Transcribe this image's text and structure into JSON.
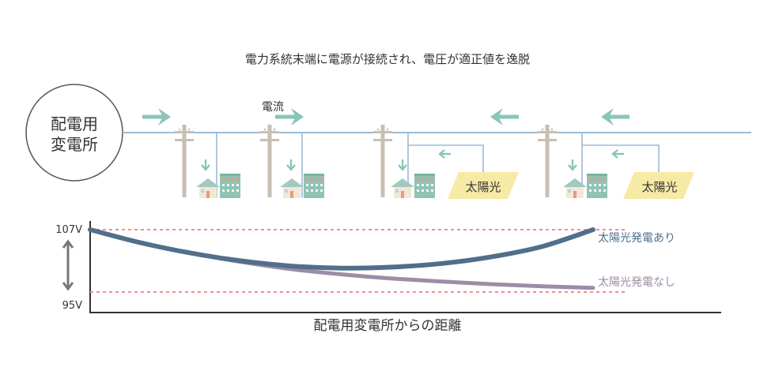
{
  "title": "電力系統末端に電源が接続され、電圧が適正値を逸脱",
  "substation": {
    "line1": "配電用",
    "line2": "変電所"
  },
  "current_label": "電流",
  "solar_label": "太陽光",
  "colors": {
    "line": "#9dbad3",
    "arrow": "#8ac5b8",
    "pole": "#c8bfb2",
    "solar_fill": "#f6eaa4",
    "house_roof": "#a2c9bf",
    "building": "#8fc3b6",
    "limit_dash": "#ef8e93",
    "with_solar": "#516f8b",
    "without_solar": "#9c8ca6",
    "axis": "#333333"
  },
  "chart_data": {
    "type": "line",
    "title": "",
    "xlabel": "配電用変電所からの距離",
    "ylabel": "",
    "yticks": [
      "107V",
      "95V"
    ],
    "ylim": [
      95,
      107
    ],
    "limits": [
      107,
      95
    ],
    "x": [
      0,
      0.1,
      0.2,
      0.3,
      0.4,
      0.5,
      0.6,
      0.7,
      0.8,
      0.9,
      1.0
    ],
    "series": [
      {
        "name": "太陽光発電あり",
        "values": [
          107.0,
          104.5,
          102.5,
          101.0,
          100.0,
          99.6,
          99.8,
          100.5,
          101.8,
          103.8,
          107.0
        ]
      },
      {
        "name": "太陽光発電なし",
        "values": [
          107.0,
          104.5,
          102.5,
          100.8,
          99.4,
          98.4,
          97.6,
          97.0,
          96.5,
          96.1,
          95.8
        ]
      }
    ]
  }
}
